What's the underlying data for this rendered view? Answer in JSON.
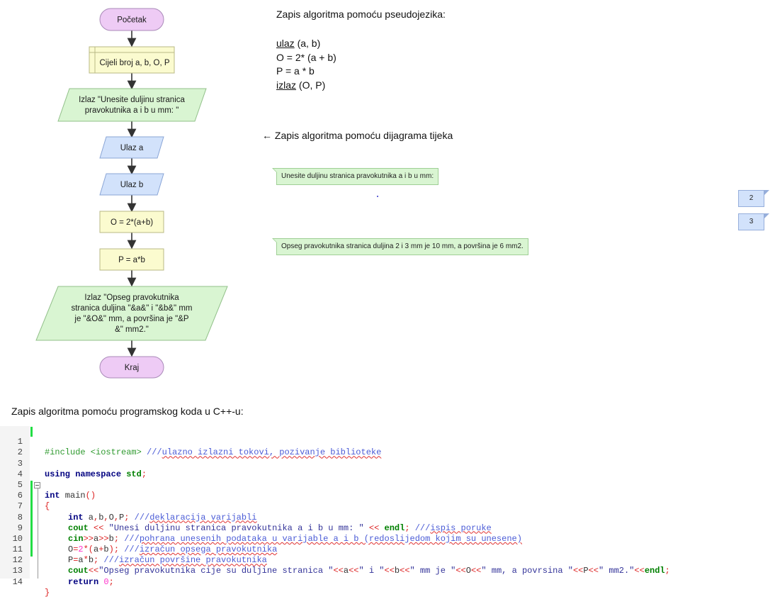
{
  "flowchart": {
    "start": "Početak",
    "declare": "Cijeli broj a, b, O, P",
    "output1": [
      "Izlaz \"Unesite duljinu stranica",
      "pravokutnika a i b u mm: \""
    ],
    "input_a": "Ulaz a",
    "input_b": "Ulaz b",
    "assign_o": "O = 2*(a+b)",
    "assign_p": "P = a*b",
    "output2": [
      "Izlaz \"Opseg pravokutnika",
      "stranica duljina \"&a&\" i \"&b&\" mm",
      "je \"&O&\" mm, a površina je \"&P",
      "&\" mm2.\""
    ],
    "end": "Kraj",
    "colors": {
      "terminal": "#eecbf5",
      "process": "#fbfbcf",
      "output": "#d9f5d2",
      "input": "#d2e2fb"
    }
  },
  "pseudocode": {
    "title": "Zapis algoritma  pomoću pseudojezika:",
    "lines": [
      {
        "keyword": "ulaz",
        "rest": " (a, b)"
      },
      {
        "keyword": "",
        "rest": "O = 2* (a + b)"
      },
      {
        "keyword": "",
        "rest": "P = a * b"
      },
      {
        "keyword": "izlaz",
        "rest": " (O, P)"
      }
    ]
  },
  "flow_caption": "← Zapis algoritma pomoću dijagrama tijeka",
  "console": {
    "prompt": "Unesite duljinu stranica pravokutnika a i b u mm:",
    "result": "Opseg pravokutnika stranica duljina 2 i 3 mm je 10 mm, a površina je 6 mm2.",
    "inputs": [
      "2",
      "3"
    ]
  },
  "code_section": {
    "title": "Zapis algoritma pomoću programskog koda u C++-u:",
    "line_numbers": [
      "1",
      "2",
      "3",
      "4",
      "5",
      "6",
      "7",
      "8",
      "9",
      "10",
      "11",
      "12",
      "13",
      "14"
    ],
    "l1": {
      "pp": "#include <iostream> ",
      "cm_prefix": "///",
      "cm": "ulazno izlazni tokovi, pozivanje biblioteke"
    },
    "l3": {
      "kw": "using namespace ",
      "gr": "std",
      "op": ";"
    },
    "l5": {
      "kw": "int",
      "tx": " main",
      "op": "()"
    },
    "l6": {
      "op": "{"
    },
    "l7": {
      "kw": "int",
      "tx": " a",
      "op1": ",",
      "tx2": "b",
      "op2": ",",
      "tx3": "O",
      "op3": ",",
      "tx4": "P",
      "op4": ";",
      "cm_prefix": " ///",
      "cm": "deklaracija varijabli"
    },
    "l8": {
      "gr": "cout",
      "op": " << ",
      "st": "\"Unesi duljinu stranica pravokutnika a i b u mm: \"",
      "op2": " << ",
      "gr2": "endl",
      "op3": ";",
      "cm_prefix": " ///",
      "cm": "ispis poruke"
    },
    "l9": {
      "gr": "cin",
      "op": ">>",
      "tx": "a",
      "op2": ">>",
      "tx2": "b",
      "op3": ";",
      "cm_prefix": " ///",
      "cm": "pohrana unesenih podataka u varijable a i b (redoslijedom kojim su unesene)"
    },
    "l10": {
      "tx": "O",
      "op": "=",
      "nm": "2",
      "op2": "*(",
      "tx2": "a",
      "op3": "+",
      "tx3": "b",
      "op4": ");",
      "cm_prefix": " ///",
      "cm": "izračun opsega pravokutnika"
    },
    "l11": {
      "tx": "P",
      "op": "=",
      "tx2": "a",
      "op2": "*",
      "tx3": "b",
      "op3": ";",
      "cm_prefix": " ///",
      "cm": "izračun površine pravokutnika"
    },
    "l12": {
      "gr": "cout",
      "op": "<<",
      "st": "\"Opseg pravokutnika cije su duljine stranica \"",
      "op2": "<<",
      "tx": "a",
      "op3": "<<",
      "st2": "\" i \"",
      "op4": "<<",
      "tx2": "b",
      "op5": "<<",
      "st3": "\" mm je \"",
      "op6": "<<",
      "tx3": "O",
      "op7": "<<",
      "st4": "\" mm, a povrsina \"",
      "op8": "<<",
      "tx4": "P",
      "op9": "<<",
      "st5": "\" mm2.\"",
      "op10": "<<",
      "gr2": "endl",
      "op11": ";"
    },
    "l13": {
      "kw": "return",
      "tx": " ",
      "nm": "0",
      "op": ";"
    },
    "l14": {
      "op": "}"
    }
  }
}
